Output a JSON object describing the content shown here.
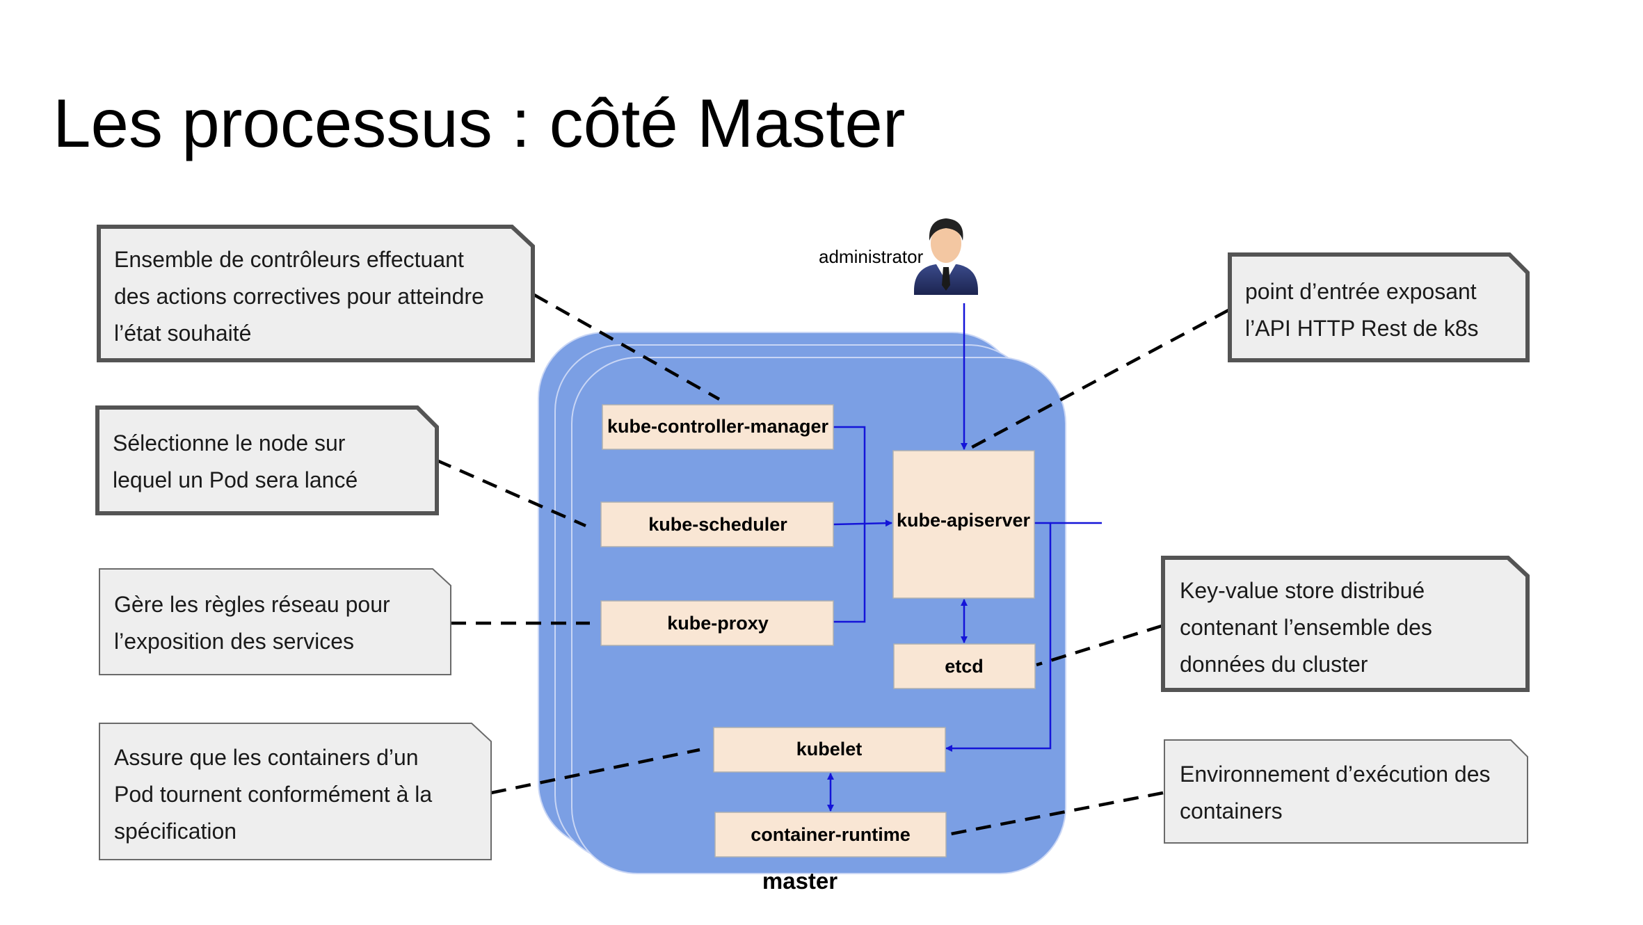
{
  "title": "Les processus : côté Master",
  "actor": {
    "label": "administrator"
  },
  "master": {
    "label": "master"
  },
  "components": {
    "controller_manager": "kube-controller-manager",
    "scheduler": "kube-scheduler",
    "proxy": "kube-proxy",
    "apiserver": "kube-apiserver",
    "etcd": "etcd",
    "kubelet": "kubelet",
    "container_runtime": "container-runtime"
  },
  "notes": {
    "controller_manager": [
      "Ensemble de contrôleurs effectuant",
      "des actions correctives pour atteindre",
      "l’état souhaité"
    ],
    "scheduler": [
      "Sélectionne le node sur",
      "lequel un Pod sera lancé"
    ],
    "proxy": [
      "Gère les règles réseau pour",
      "l’exposition des services"
    ],
    "kubelet": [
      "Assure que les containers d’un",
      "Pod tournent conformément à la",
      "spécification"
    ],
    "apiserver": [
      "point d’entrée exposant",
      "l’API HTTP Rest de k8s"
    ],
    "etcd": [
      "Key-value store distribué",
      "contenant l’ensemble des",
      "données du cluster"
    ],
    "container_runtime": [
      "Environnement d’exécution des",
      "containers"
    ]
  },
  "colors": {
    "master_fill": "#7b9fe4",
    "component_fill": "#f9e6d4",
    "note_fill": "#eeeeee",
    "arrow": "#1414d8"
  },
  "icons": {
    "actor": "administrator-person-icon"
  }
}
